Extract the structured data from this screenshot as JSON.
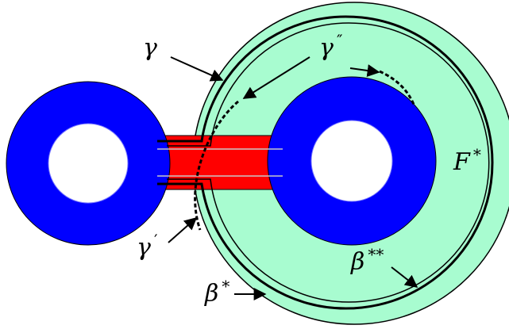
{
  "colors": {
    "disk": "#0000ff",
    "band": "#ff0000",
    "region": "#a8fcd0",
    "hole": "#ffffff",
    "curve": "#000000",
    "band_inner_line": "#c8c8c8"
  },
  "labels": {
    "gamma": {
      "base": "γ",
      "sup": ""
    },
    "gamma_double_prime": {
      "base": "γ",
      "sup": "″"
    },
    "gamma_prime": {
      "base": "γ",
      "sup": "′"
    },
    "F_star": {
      "base": "F",
      "sup": "*"
    },
    "beta_double_star": {
      "base": "β",
      "sup": "**"
    },
    "beta_star": {
      "base": "β",
      "sup": "*"
    }
  }
}
